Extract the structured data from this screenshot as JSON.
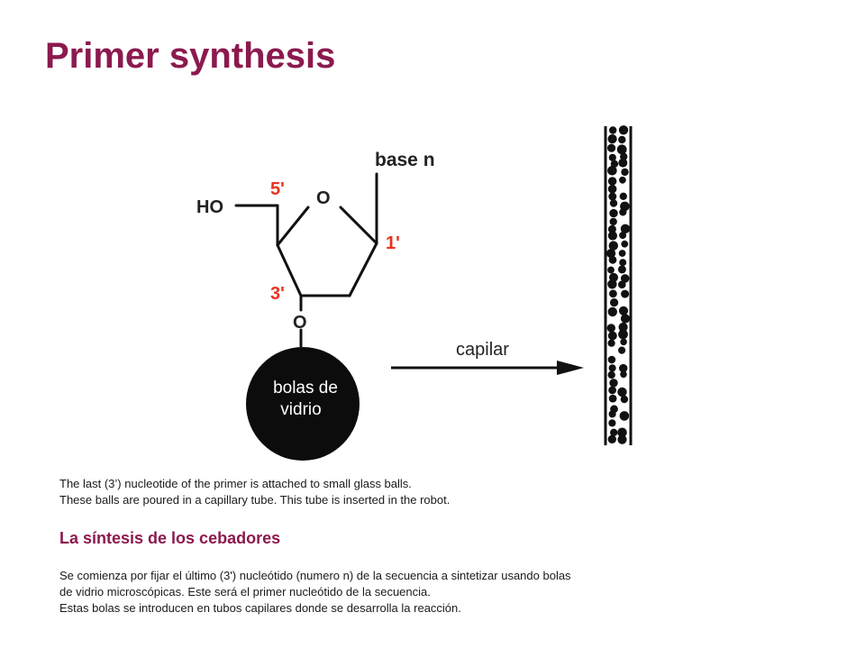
{
  "title": "Primer synthesis",
  "diagram": {
    "base_label": "base n",
    "ho_label": "HO",
    "five_prime": "5'",
    "one_prime": "1'",
    "three_prime": "3'",
    "ring_oxygen": "O",
    "link_oxygen": "O",
    "bead_line1": "bolas de",
    "bead_line2": "vidrio",
    "arrow_label": "capilar",
    "accent_color": "#e8331f"
  },
  "caption": {
    "line1": "The last (3’) nucleotide of the primer is attached to small glass balls.",
    "line2": "These balls are poured in a capillary tube. This tube is inserted in the robot."
  },
  "subtitle": "La síntesis de los cebadores",
  "spanish": {
    "line1": "Se comienza por fijar el último (3') nucleótido (numero n) de la secuencia a sintetizar usando bolas",
    "line2": "de vidrio microscópicas. Este será el primer nucleótido de la secuencia.",
    "line3": "Estas bolas se introducen en tubos capilares donde se desarrolla la reacción."
  }
}
